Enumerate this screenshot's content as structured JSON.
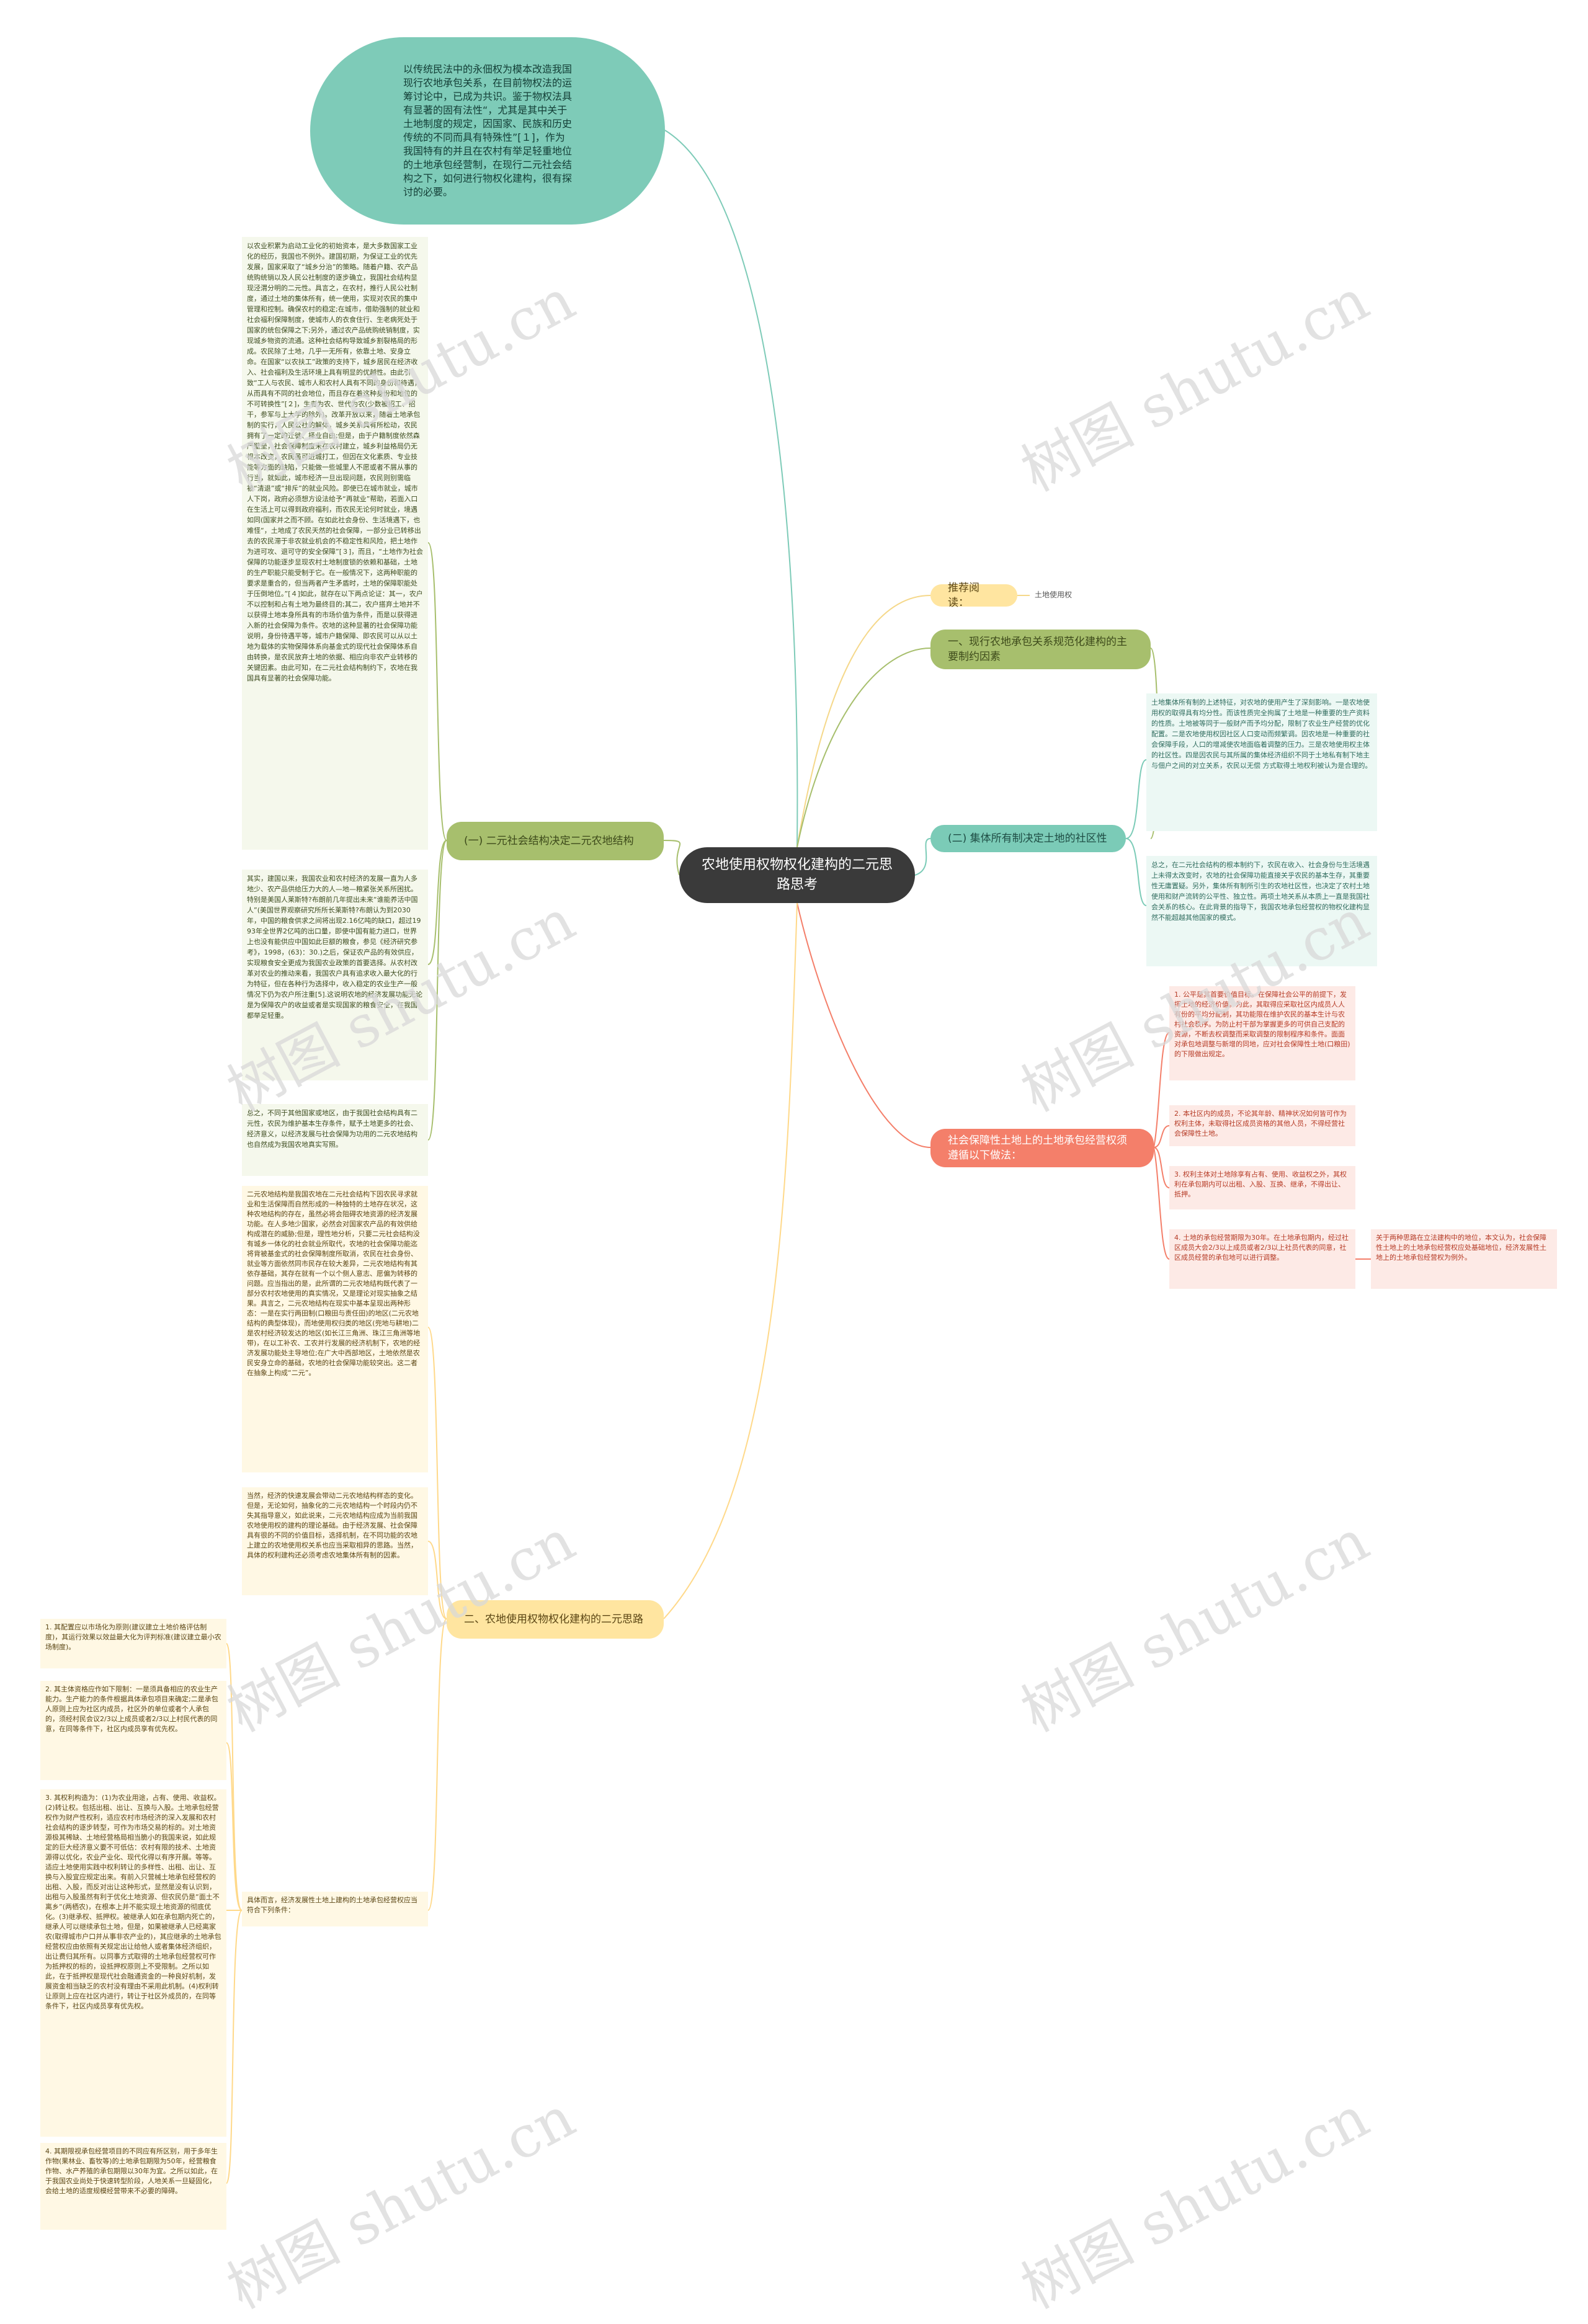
{
  "center": "农地使用权物权化建构的二元思路思考",
  "intro": "以传统民法中的永佃权为模本改造我国现行农地承包关系，在目前物权法的运筹讨论中，已成为共识。鉴于物权法具有显著的固有法性“，尤其是其中关于土地制度的规定，因国家、民族和历史传统的不同而具有特殊性”[１]，作为我国特有的并且在农村有举足轻重地位的土地承包经营制，在现行二元社会结构之下，如何进行物权化建构，很有探讨的必要。",
  "recommend": {
    "label": "推荐阅读：",
    "link": "土地使用权"
  },
  "section1": "一、现行农地承包关系规范化建构的主要制约因素",
  "sub1a": "(一) 二元社会结构决定二元农地结构",
  "sub1a_p1": "以农业积累为启动工业化的初始资本，是大多数国家工业化的经历，我国也不例外。建国初期，为保证工业的优先发展，国家采取了“城乡分治”的策略。随着户籍、农产品统购统销以及人民公社制度的逐步确立，我国社会结构显现泾渭分明的二元性。具言之，在农村，推行人民公社制度，通过土地的集体所有，统一使用，实现对农民的集中管理和控制。确保农村的稳定;在城市，借助强制的就业和社会福利保障制度，使城市人的衣食住行、生老病死处于国家的统包保障之下;另外，通过农产品统购统销制度，实现城乡物资的流通。这种社会结构导致城乡割裂格局的形成。农民除了土地，几乎一无所有，依靠土地、安身立命。在国家“以农扶工”政策的支持下，城乡居民在经济收入、社会福利及生活环境上具有明显的优越性。由此引致“工人与农民、城市人和农村人具有不同的身份和待遇，从而具有不同的社会地位，而且存在着这种身份和地位的不可转换性”[２]，生者为农、世代为农(少数被招工、招干，参军与上大学的除外)。改革开放以来，随着土地承包制的实行，人民公社的解体，城乡关系具有所松动，农民拥有了一定的迁徙、择业自由;但是，由于户籍制度依然森严壁垒，社会保障制度未在农村建立，城乡利益格局仍无根本改变，农民虽可进城打工，但因在文化素质、专业技能等方面的缺陷，只能做一些城里人不愿或者不屑从事的行当，就如此，城市经济一旦出现问题，农民则别需临被“清退”或“排斥”的就业风险。即使已在城市就业，城市人下岗，政府必须想方设法给予“再就业”帮助，若面入口在生活上可以得到政府福利，而农民无论何时就业，境遇如同(国家并之而不顾。在如此社会身份、生活境遇下，也难怪“，土地成了农民天然的社会保障，一部分业已转移出去的农民滞于非农就业机会的不稳定性和风险，把土地作为进可攻、退可守的安全保障”[３]，而且，“土地作为社会保障的功能逐步显现农村土地制度锁的依赖和基础，土地的生产职能只能受制于它。在一般情况下，这两种职能的要求是重合的，但当两者产生矛盾时，土地的保障职能处于压倒地位。”[４]如此，就存在以下两点论证：其一，农户不以控制和占有土地为最终目的;其二，农户搭弃土地并不以获得土地本身所具有的市场价值为条件，而是以获得进入新的社会保障为条件。农地的这种显著的社会保障功能说明，身份待遇平等，城市户籍保障、即农民可以从以土地为载体的实物保障体系向基金式的现代社会保障体系自由转换，是农民放弃土地的依据、相应向非农产业转移的关键因素。由此可知，在二元社会结构制约下，农地在我国具有显著的社会保障功能。",
  "sub1a_p2": "其实，建国以来，我国农业和农村经济的发展一直为人多地少、农产品供给压力大的人—地—粮紧张关系所困扰。特别是美国人莱斯特?布朗前几年提出未来“谁能养活中国人”(美国世界观察研究所所长莱斯特?布朗认为到2030年，中国的粮食供求之间将出现2.16亿吨的缺口，超过1993年全世界2亿吨的出口量，即使中国有能力进口，世界上也没有能供应中国如此巨额的粮食，参见《经济研究参考》，1998，(63)：30.)之后，保证农产品的有效供应，实现粮食安全更成为我国农业政策的首要选择。从农村改革对农业的推动来看，我国农户具有追求收入最大化的行为特征，但在各种行为选择中，收入稳定的农业生产一般情况下仍为农户所注重[5].这说明农地的经济发展功能无论是为保障农户的收益或者是实现国家的粮食安全，在我国都举足轻重。",
  "sub1a_p3": "总之，不同于其他国家或地区，由于我国社会结构具有二元性，农民为维护基本生存条件，赋予土地更多的社会、经济意义，以经济发展与社会保障为功用的二元农地结构也自然成为我国农地真实写照。",
  "sub1b": "(二) 集体所有制决定土地的社区性",
  "sub1b_p1": "土地集体所有制的上述特征，对农地的使用产生了深刻影响。一是农地使用权的取得具有均分性。而该性质完全拘属了土地是一种重要的生产资料的性质。土地被等同于一般财产而予均分配，限制了农业生产经营的优化配置。二是农地使用权因社区人口变动而频繁调。因农地是一种重要的社会保障手段，人口的增减使农地面临着调整的压力。三是农地使用权主体的社区性。四是因农民与其所属的集体经济组织不同于土地私有制下地主与佃户之间的对立关系，农民以无偿 方式取得土地权利被认为是合理的。",
  "sub1b_p2": "总之，在二元社会结构的根本制约下，农民在收入、社会身份与生活境遇上未得太改变时，农地的社会保障功能直接关乎农民的基本生存，其重要性无庸置疑。另外，集体所有制所引生的农地社区性，也决定了农村土地使用和财产流转的公平性、独立性。两项土地关系从本质上一直是我国社会关系的核心。在此背景的指导下，我国农地承包经营权的物权化建构显然不能超越其他国家的模式。",
  "section2": "二、农地使用权物权化建构的二元思路",
  "s2_p1": "二元农地结构是我国农地在二元社会结构下因农民寻求就业和生活保障而自然形成的一种独特的土地存在状况，这种农地结构的存在，虽然必将会阻碍农地资源的经济发展功能。在人多地少国家，必然会对国家农产品的有效供给构成潜在的威胁;但是，理性地分析，只要二元社会结构没有城乡一体化的社会就业所取代，农地的社会保障功能迄将背被基金式的社会保障制度所取消，农民在社会身份、就业等方面依然同市民存在较大差异，二元农地结构有其依存基础，其存在就有一个以个侧人意志、愿偏为转移的问题。应当指出的是，此所谓的二元农地结构既代表了一部分农村农地使用的真实情况，又是理论对现实抽象之结果。具言之，二元农地结构在现实中基本呈现出两种形态：一是在实行两田制(口粮田与责任田)的地区(二元农地结构的典型体现)，而地使用权归类的地区(兜地与耕地)二是农村经济较发达的地区(如长江三角洲、珠江三角洲等地带)，在以工补农、工农并行发展的经济机制下，农地的经济发展功能处主导地位;在广大中西部地区，土地依然是农民安身立命的基础，农地的社会保障功能较突出。这二者在抽象上构成“二元”。",
  "s2_p2": "当然，经济的快速发展会带动二元农地结构样态的变化。但是，无论如何，抽象化的二元农地结构一个时段内仍不失其指导意义，如此说来，二元农地结构应成为当前我国农地使用权的建构的理论基础。由于经济发展、社会保障具有很的不同的价值目标，选择机制，在不同功能的农地上建立的农地使用权关系也应当采取相异的思路。当然，具体的权利建构还必须考虑农地集体所有制的因素。",
  "s2_p3": "具体而言，经济发展性土地上建构的土地承包经营权应当符合下列条件：",
  "left_items": [
    "1. 其配置应以市场化为原则(建议建立土地价格评估制度)，其运行效果以效益最大化为评判标准(建议建立最小农场制度)。",
    "2. 其主体资格应作如下限制：一是须具备相应的农业生产能力。生产能力的条件根据具体承包项目来确定;二是承包人原则上应为社区内成员，社区外的单位或者个人承包的，须经村民会议2/3以上成员或者2/3以上村民代表的同意，在同等条件下，社区内成员享有优先权。",
    "3. 其权利构造为：(1)为农业用途，占有、使用、收益权。(2)转让权。包括出租、出让、互换与入股。土地承包经营权作为财产性权利，适应农村市场经济的深入发展和农村社会结构的逐步转型，可作为市场交易的标的。对土地资源极其稀缺、土地经营格局相当脆小的我国来说，如此规定的巨大经济意义要不可低估：农村有限的技术、土地资源得以优化，农业产业化、现代化得以有序开展。等等。适应土地使用实践中权利转让的多样性、出租、出让、互换与入股宜应规定出来。有前入只营械土地承包经营权的出租、入股，而反对出让这种形式，显然是没有认识到，出租与入股虽然有利于优化土地资源、但农民仍是“面土不离乡”(两栖农)，在根本上并不能实现土地资源的彻底优化。(3)继承权、抵押权。被继承人如在承包期内死亡的，继承人可以继续承包土地，但是，如果被继承人已经离家农(取得城市户口并从事非农产业的)，其应继承的土地承包经营权应由依照有关规定出让给他人或者集体经济组织，出让费归其所有。以同事方式取得的土地承包经营权可作为抵押权的标的，设抵押权原则上不受限制。之所以如此，在于抵押权是现代社会融通资金的一种良好机制，发展资金相当缺乏的农村没有理由不采用此机制。(4)权利转让原则上应在社区内进行，转让于社区外成员的，在同等条件下，社区内成员享有优先权。",
    "4. 其期限视承包经营项目的不同应有所区别，用于多年生作物(果林业、畜牧等)的土地承包期限为50年，经营粮食作物、水产养殖的承包期限以30年为宜。之所以如此，在于我国农业尚处于快速转型阶段，人地关系一旦疑固化，会给土地的适度规模经营带来不必要的障碍。"
  ],
  "section3": "社会保障性土地上的土地承包经营权须遵循以下做法：",
  "right_items": [
    "1. 公平是其首要价值目标。在保障社会公平的前提下，发挥土地的经济价值。为此，其取得应采取社区内成员人人有份的平均分配制，其功能限在维护农民的基本生计与农村社会秩序。为防止村干部为掌握更多的可供自己支配的资源，不断去权调整而采取调整的限制程序和条件。面面对承包地调整与新增的同地，应对社会保障性土地(口粮田)的下限做出规定。",
    "2. 本社区内的成员，不论其年龄、精神状况如何皆可作为权利主体，未取得社区成员资格的其他人员，不得经营社会保障性土地。",
    "3. 权利主体对土地除享有占有、使用、收益权之外，其权利在承包期内可以出租、入股、互换、继承，不得出让、抵押。",
    "4. 土地的承包经营期限为30年。在土地承包期内，经过社区成员大会2/3以上成员或者2/3以上社员代表的同意，社区成员经营的承包地可以进行调整。"
  ],
  "far_right": "关于两种思路在立法建构中的地位，本文认为，社会保障性土地上的土地承包经营权应处基础地位，经济发展性土地上的土地承包经营权为例外。",
  "watermarks": [
    "树图 shutu.cn",
    "树图 shutu.cn",
    "树图 shutu.cn",
    "树图 shutu.cn",
    "树图 shutu.cn",
    "树图 shutu.cn",
    "树图 shutu.cn",
    "树图 shutu.cn"
  ],
  "colors": {
    "center": "#3a3a3a",
    "green": "#a7bf6d",
    "teal": "#7bcbb7",
    "yellow": "#ffe5a0",
    "salmon": "#f47f6a"
  }
}
